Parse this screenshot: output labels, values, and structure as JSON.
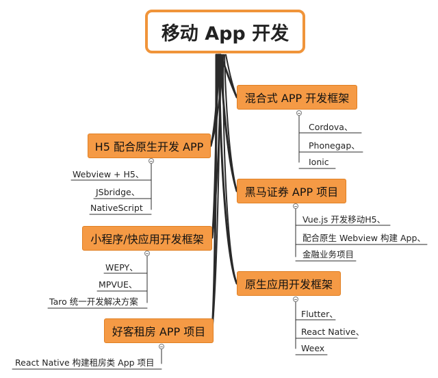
{
  "root": {
    "label": "移动 App 开发"
  },
  "branches": {
    "hybrid": {
      "label": "混合式 APP 开发框架",
      "leaves": [
        "Cordova、",
        "Phonegap、",
        "Ionic"
      ]
    },
    "h5native": {
      "label": "H5 配合原生开发 APP",
      "leaves": [
        "Webview + H5、",
        "JSbridge、",
        "NativeScript"
      ]
    },
    "heima": {
      "label": "黑马证券 APP 项目",
      "leaves": [
        "Vue.js 开发移动H5、",
        "配合原生 Webview 构建 App、",
        "金融业务项目"
      ]
    },
    "miniapp": {
      "label": "小程序/快应用开发框架",
      "leaves": [
        "WEPY、",
        "MPVUE、",
        "Taro 统一开发解决方案"
      ]
    },
    "native": {
      "label": "原生应用开发框架",
      "leaves": [
        "Flutter、",
        "React Native、",
        "Weex"
      ]
    },
    "haoke": {
      "label": "好客租房 APP 项目",
      "leaves": [
        "React Native 构建租房类 App 项目"
      ]
    }
  },
  "colors": {
    "branch_fill": "#f59a45",
    "root_border": "#f0943a",
    "trunk": "#2a2a2a"
  }
}
